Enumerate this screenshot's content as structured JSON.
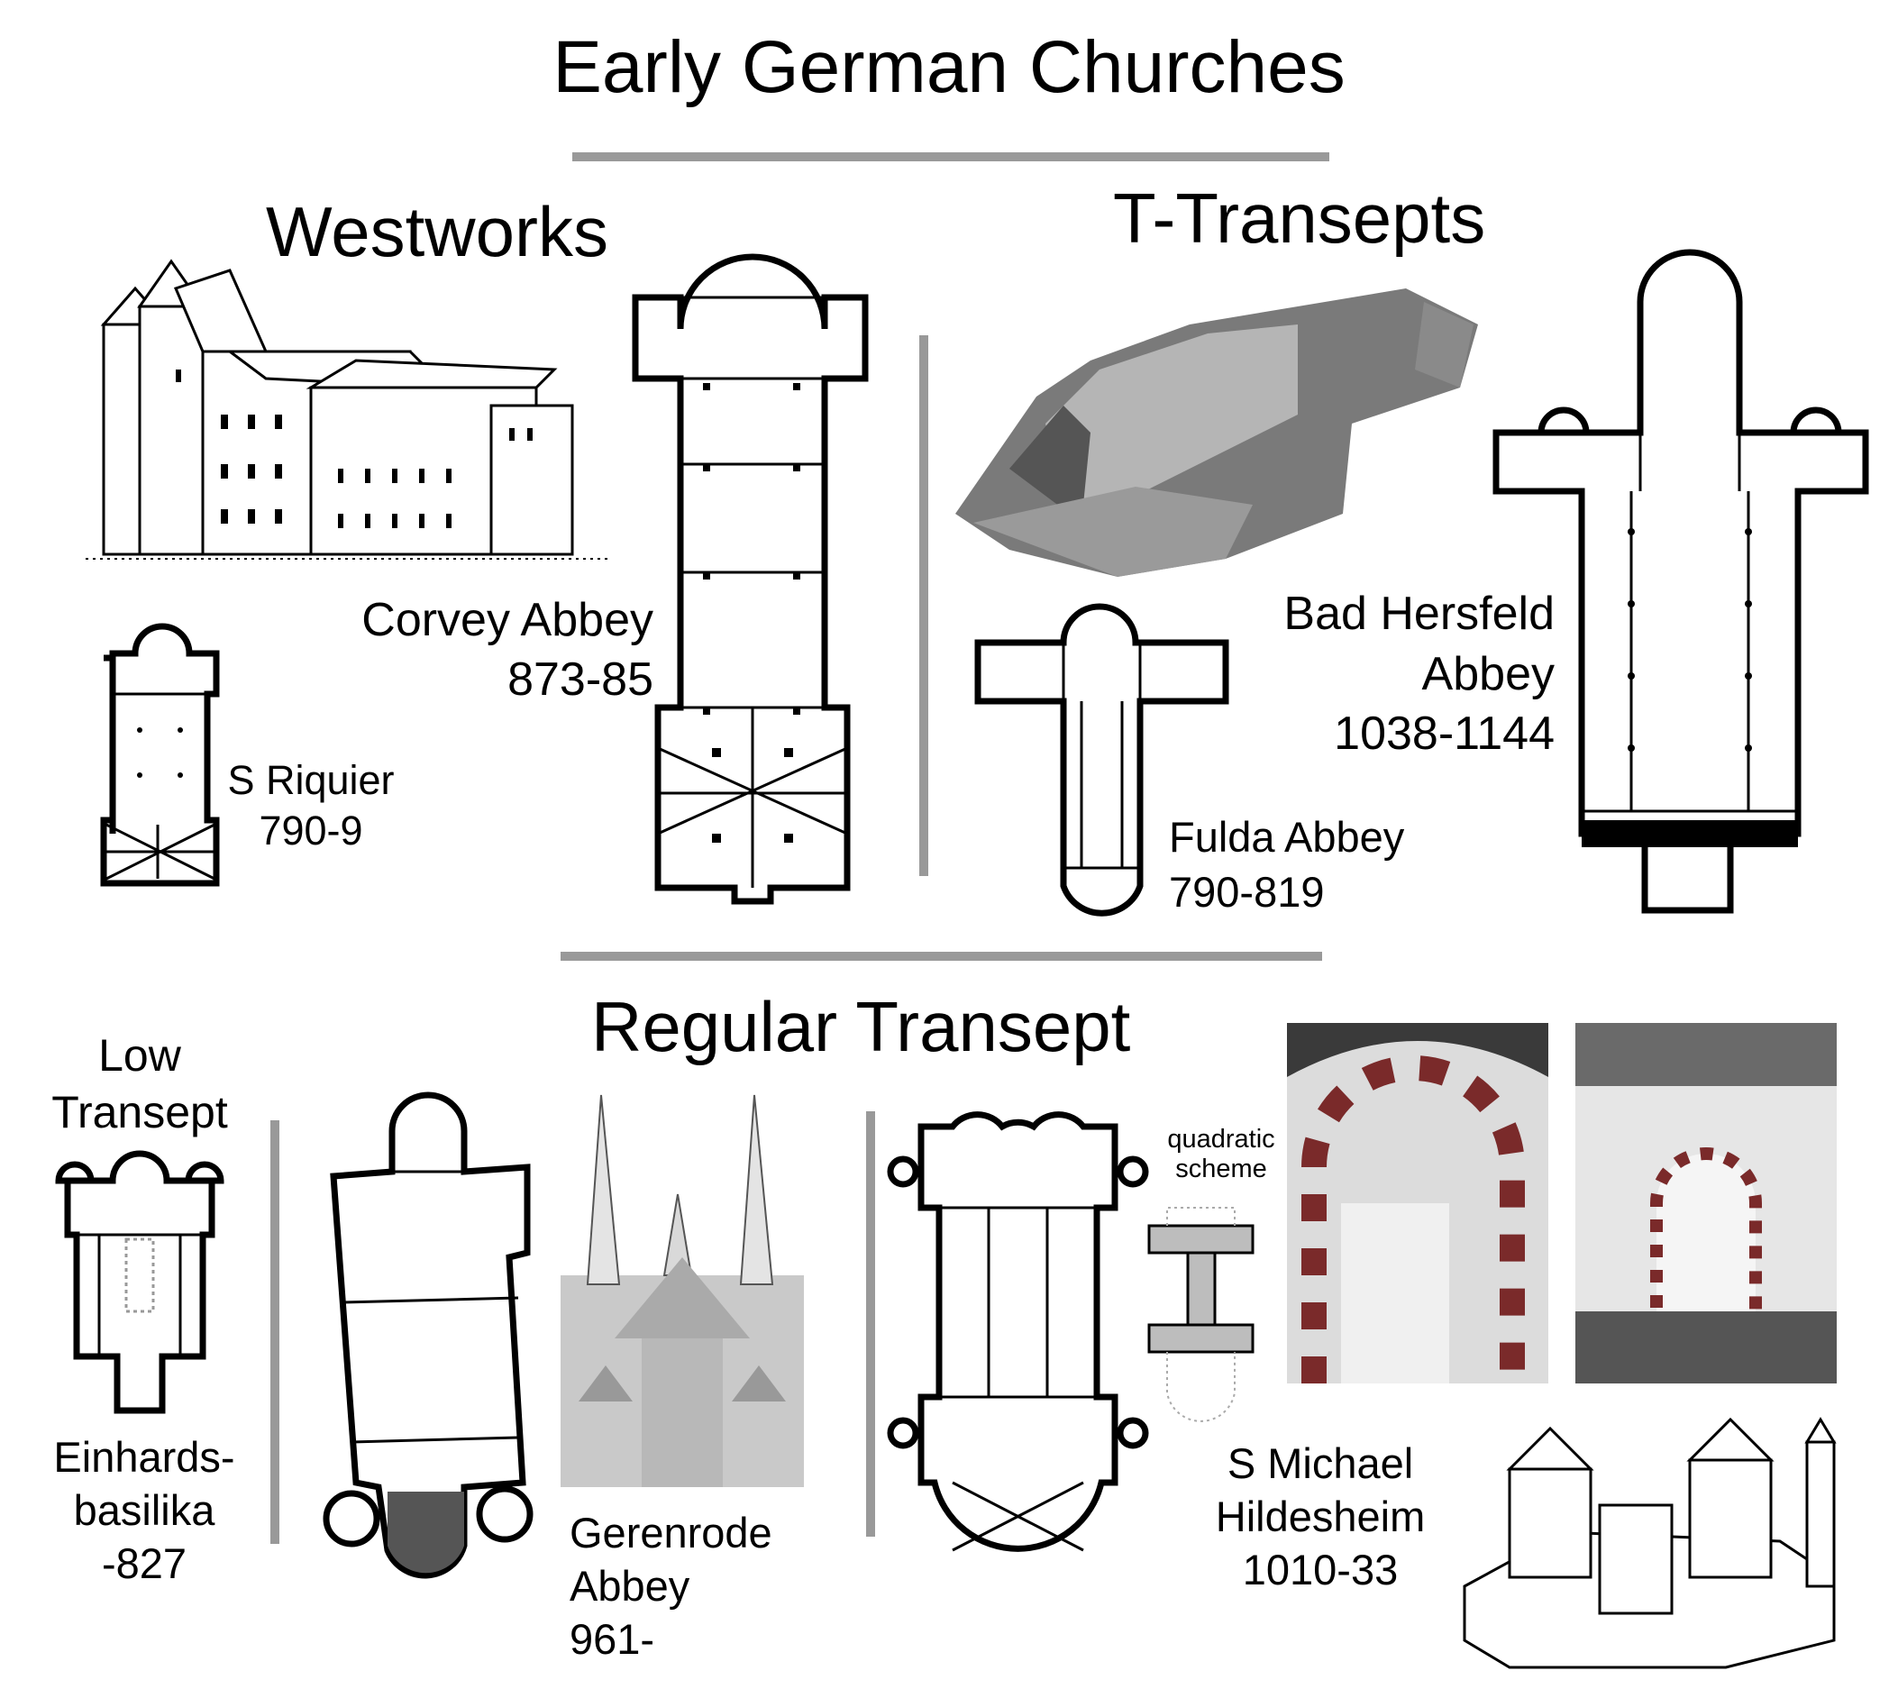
{
  "title": "Early German Churches",
  "sections": {
    "westworks": "Westworks",
    "t_transepts": "T-Transepts",
    "regular_transept": "Regular Transept",
    "low_transept": [
      "Low",
      "Transept"
    ]
  },
  "labels": {
    "corvey": [
      "Corvey Abbey",
      "873-85"
    ],
    "s_riquier": [
      "S Riquier",
      "790-9"
    ],
    "bad_hersfeld": [
      "Bad Hersfeld",
      "Abbey",
      "1038-1144"
    ],
    "fulda": [
      "Fulda Abbey",
      "790-819"
    ],
    "einhard": [
      "Einhards-",
      "basilika",
      "-827"
    ],
    "gerenrode": [
      "Gerenrode",
      "Abbey",
      "961-"
    ],
    "s_michael": [
      "S Michael",
      "Hildesheim",
      "1010-33"
    ],
    "quadratic": [
      "quadratic",
      "scheme"
    ]
  }
}
